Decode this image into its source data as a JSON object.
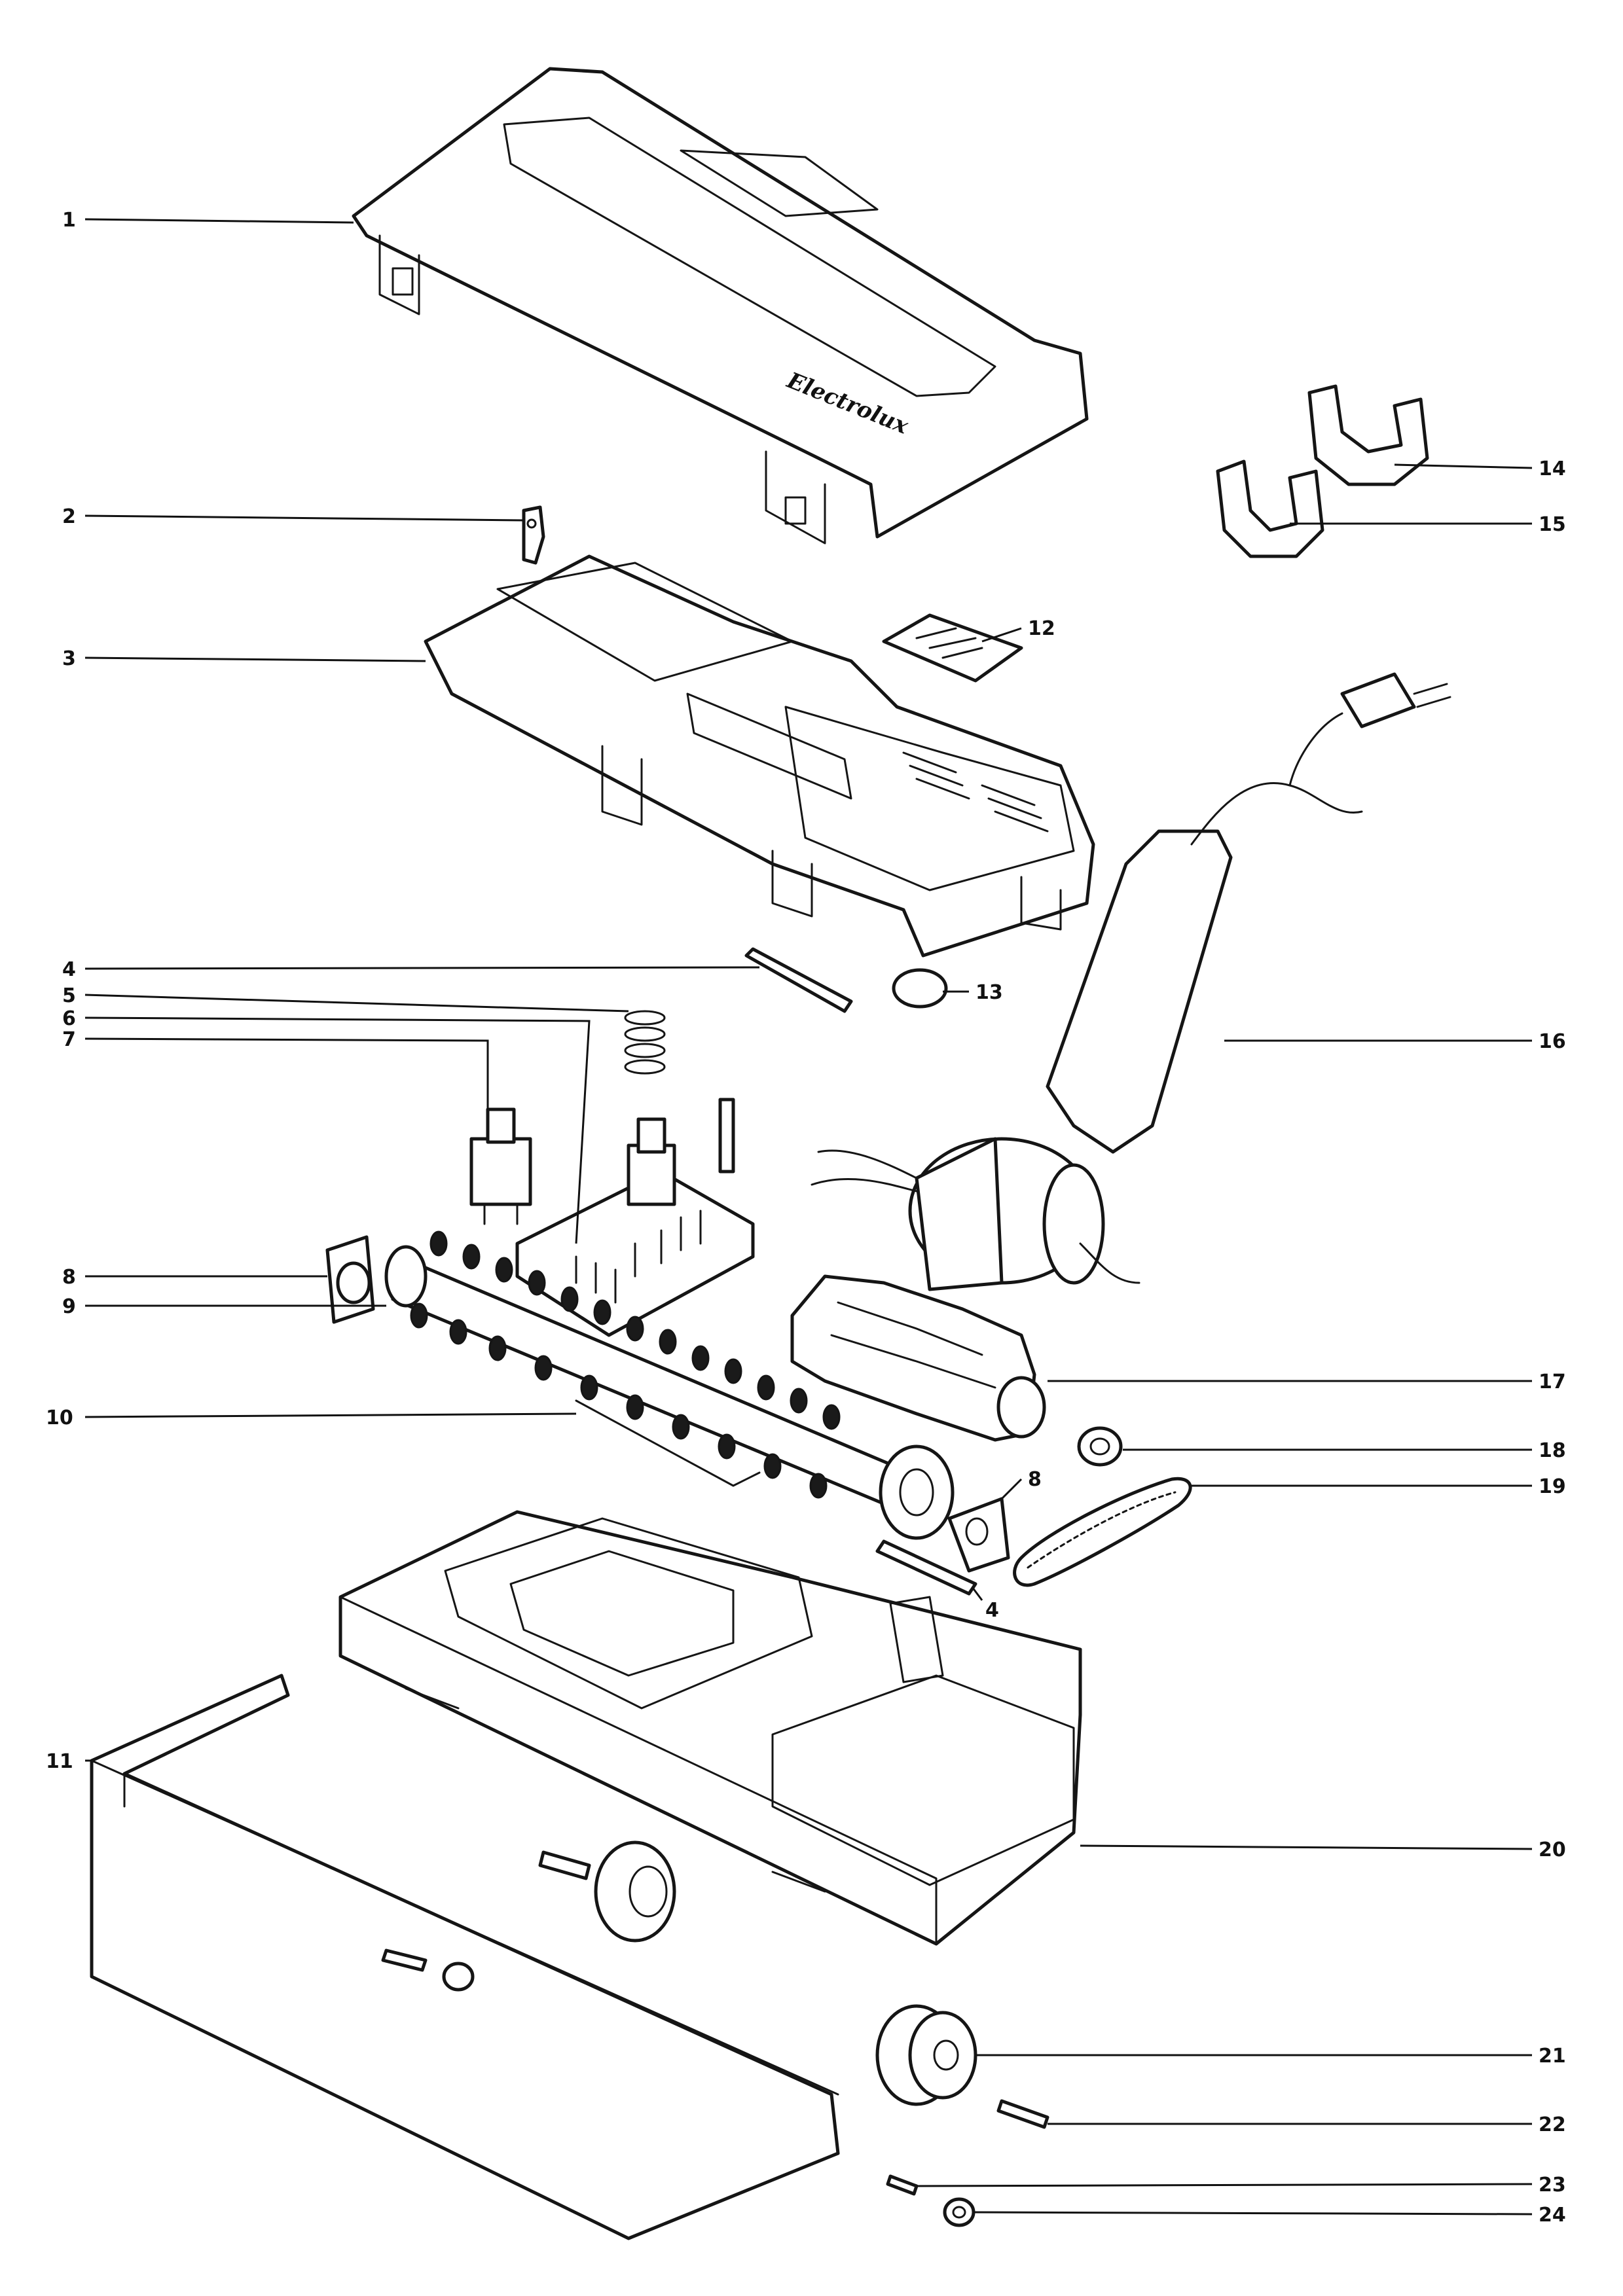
{
  "brand_text": "Electrolux",
  "callouts": [
    {
      "id": "1",
      "label": "1"
    },
    {
      "id": "2",
      "label": "2"
    },
    {
      "id": "3",
      "label": "3"
    },
    {
      "id": "4a",
      "label": "4"
    },
    {
      "id": "5",
      "label": "5"
    },
    {
      "id": "6",
      "label": "6"
    },
    {
      "id": "7",
      "label": "7"
    },
    {
      "id": "8a",
      "label": "8"
    },
    {
      "id": "9",
      "label": "9"
    },
    {
      "id": "10",
      "label": "10"
    },
    {
      "id": "11",
      "label": "11"
    },
    {
      "id": "12",
      "label": "12"
    },
    {
      "id": "13",
      "label": "13"
    },
    {
      "id": "14",
      "label": "14"
    },
    {
      "id": "15",
      "label": "15"
    },
    {
      "id": "16",
      "label": "16"
    },
    {
      "id": "17",
      "label": "17"
    },
    {
      "id": "18",
      "label": "18"
    },
    {
      "id": "8b",
      "label": "8"
    },
    {
      "id": "19",
      "label": "19"
    },
    {
      "id": "4b",
      "label": "4"
    },
    {
      "id": "20",
      "label": "20"
    },
    {
      "id": "21",
      "label": "21"
    },
    {
      "id": "22",
      "label": "22"
    },
    {
      "id": "23",
      "label": "23"
    },
    {
      "id": "24",
      "label": "24"
    }
  ]
}
